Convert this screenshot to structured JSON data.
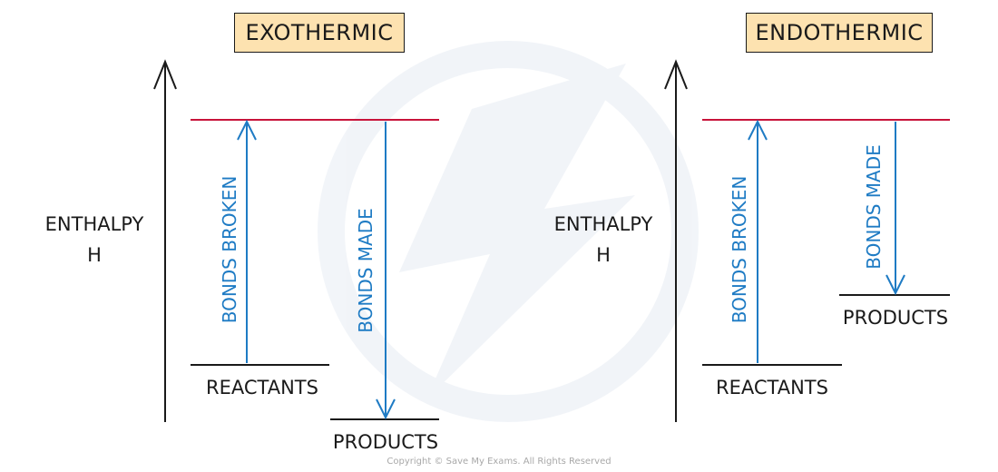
{
  "colors": {
    "line": "#1a1a1a",
    "energy_line": "#c8133a",
    "arrow": "#1e7bc4",
    "title_bg": "#fde2b0"
  },
  "exothermic": {
    "title": "EXOTHERMIC",
    "y_axis_label_line1": "ENTHALPY",
    "y_axis_label_line2": "H",
    "bonds_broken_label": "BONDS BROKEN",
    "bonds_made_label": "BONDS MADE",
    "reactants_label": "REACTANTS",
    "products_label": "PRODUCTS"
  },
  "endothermic": {
    "title": "ENDOTHERMIC",
    "y_axis_label_line1": "ENTHALPY",
    "y_axis_label_line2": "H",
    "bonds_broken_label": "BONDS BROKEN",
    "bonds_made_label": "BONDS MADE",
    "reactants_label": "REACTANTS",
    "products_label": "PRODUCTS"
  },
  "copyright": "Copyright © Save My Exams. All Rights Reserved"
}
